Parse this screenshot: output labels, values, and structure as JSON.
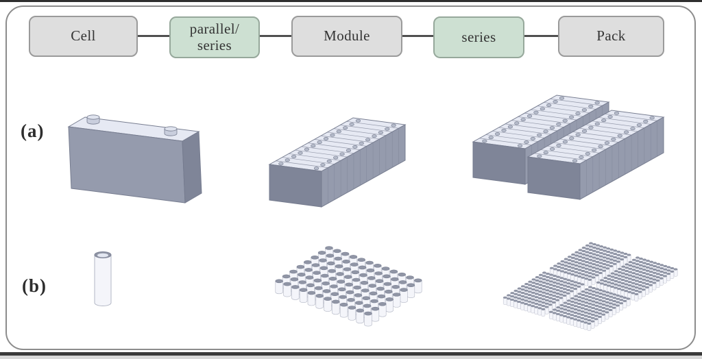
{
  "figure": {
    "flowchart": {
      "nodes": [
        {
          "label": "Cell",
          "kind": "stage"
        },
        {
          "label": "parallel/\nseries",
          "kind": "grouping"
        },
        {
          "label": "Module",
          "kind": "stage"
        },
        {
          "label": "series",
          "kind": "grouping"
        },
        {
          "label": "Pack",
          "kind": "stage"
        }
      ]
    },
    "rows": [
      {
        "label": "(a)",
        "cell_type": "prismatic"
      },
      {
        "label": "(b)",
        "cell_type": "cylindrical"
      }
    ],
    "art": {
      "prismatic_module_cell_count": 13,
      "prismatic_pack_module_count": 2,
      "cylindrical_module_cols": 12,
      "cylindrical_module_rows": 8,
      "cylindrical_pack_module_count": 4,
      "cylindrical_pack_module_cols": 12,
      "cylindrical_pack_module_rows": 12
    },
    "colors": {
      "stage_fill": "#dedede",
      "stage_border": "#9a9a9a",
      "grouping_fill": "#cde0d2",
      "grouping_border": "#96a89b",
      "connector": "#4f4f4f",
      "frame_border": "#8c8c8c",
      "text": "#333333",
      "prism_top": "#e6e9f3",
      "prism_front": "#959bad",
      "prism_side": "#7f8598",
      "prism_edge": "#767c8f",
      "terminal_fill": "#b6bccb",
      "terminal_body": "#c9cedd",
      "terminal_top": "#dfe3ee",
      "cyl_body": "#f4f5fa",
      "cyl_body_edge": "#b2b6c4",
      "cyl_top": "#9095a5",
      "cyl_top_edge": "#7d8396"
    }
  }
}
